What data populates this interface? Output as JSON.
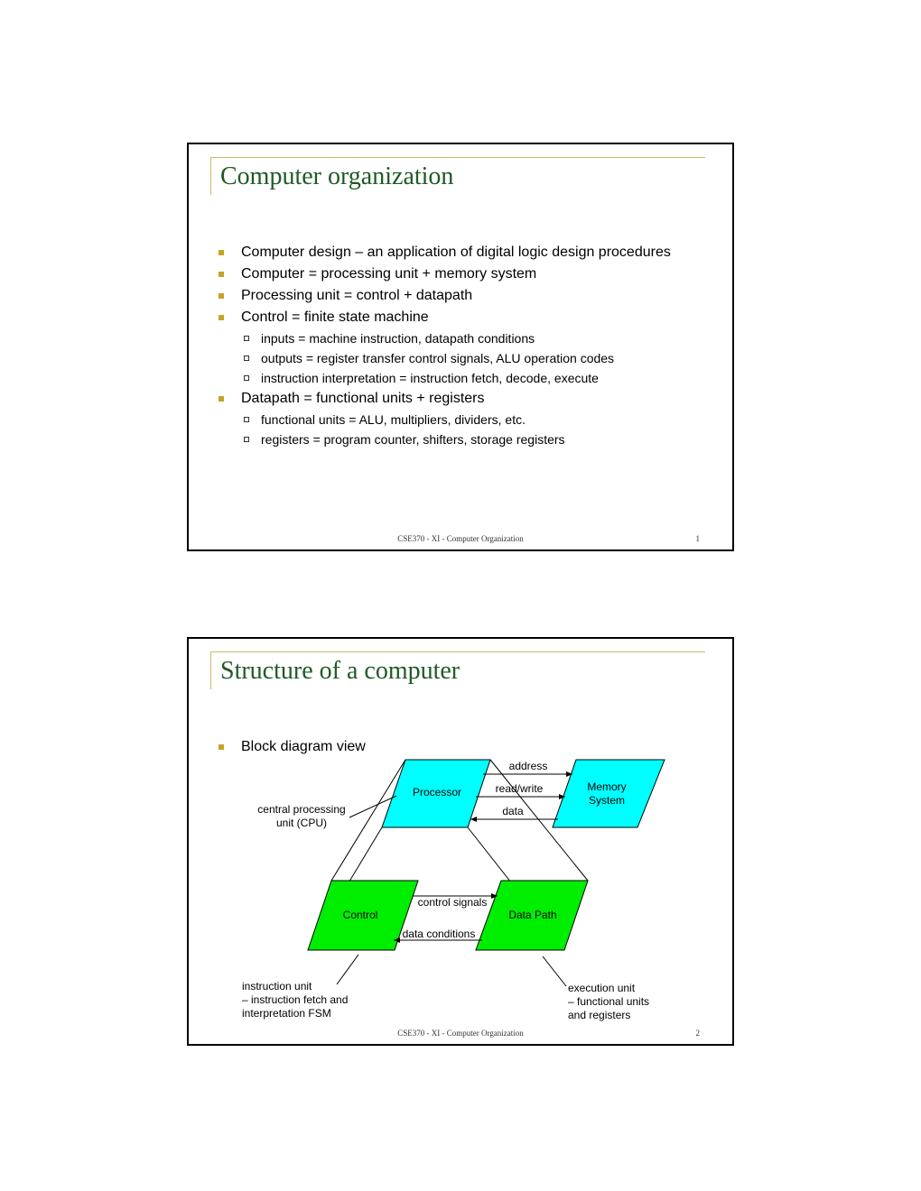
{
  "slides": [
    {
      "title": "Computer organization",
      "bullets": [
        "Computer design – an application of digital logic design procedures",
        "Computer = processing unit + memory system",
        "Processing unit = control + datapath",
        "Control = finite state machine"
      ],
      "control_subs": [
        "inputs = machine instruction, datapath conditions",
        "outputs = register transfer control signals, ALU operation codes",
        "instruction interpretation = instruction fetch, decode, execute"
      ],
      "datapath_bullet": "Datapath = functional units + registers",
      "datapath_subs": [
        "functional units = ALU, multipliers, dividers, etc.",
        "registers = program counter, shifters, storage registers"
      ],
      "footer": "CSE370 - XI - Computer Organization",
      "page": "1"
    },
    {
      "title": "Structure of a computer",
      "bullet": "Block diagram view",
      "diagram": {
        "processor": "Processor",
        "memory_line1": "Memory",
        "memory_line2": "System",
        "address": "address",
        "read_write": "read/write",
        "data": "data",
        "cpu_line1": "central processing",
        "cpu_line2": "unit (CPU)",
        "control": "Control",
        "data_path": "Data Path",
        "control_signals": "control signals",
        "data_conditions": "data conditions",
        "instr_line1": "instruction unit",
        "instr_line2": "– instruction fetch and",
        "instr_line3": "interpretation FSM",
        "exec_line1": "execution unit",
        "exec_line2": "– functional units",
        "exec_line3": "and registers",
        "colors": {
          "processor_fill": "#00ffff",
          "control_fill": "#00ee00"
        }
      },
      "footer": "CSE370 - XI - Computer Organization",
      "page": "2"
    }
  ]
}
